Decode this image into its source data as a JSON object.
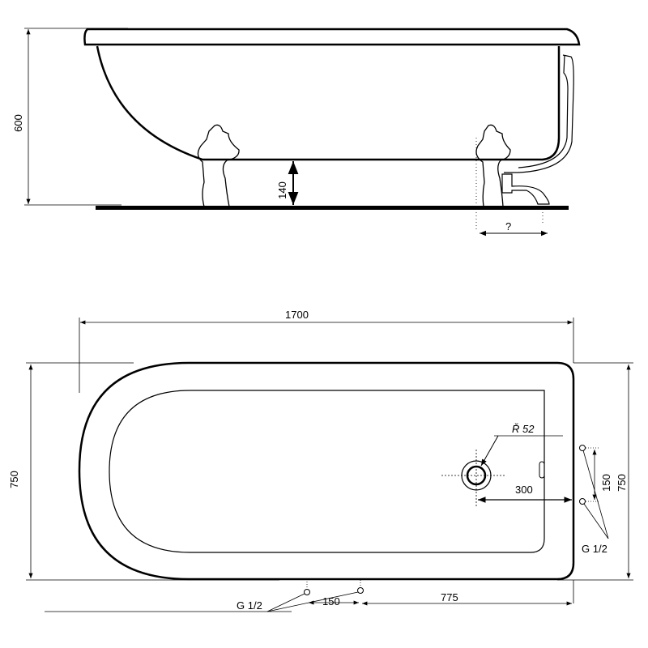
{
  "side_view": {
    "dim_height": "600",
    "dim_leg_height": "140",
    "dim_unknown": "?"
  },
  "top_view": {
    "dim_length": "1700",
    "dim_width_left": "750",
    "dim_width_right": "750",
    "dim_drain_radius": "Ř 52",
    "dim_drain_offset": "300",
    "dim_tap_spacing_right": "150",
    "label_thread_right": "G 1/2",
    "dim_tap_spacing_bottom": "150",
    "dim_tap_offset_bottom": "775",
    "label_thread_bottom": "G 1/2"
  },
  "colors": {
    "line": "#000000",
    "background": "#ffffff"
  }
}
